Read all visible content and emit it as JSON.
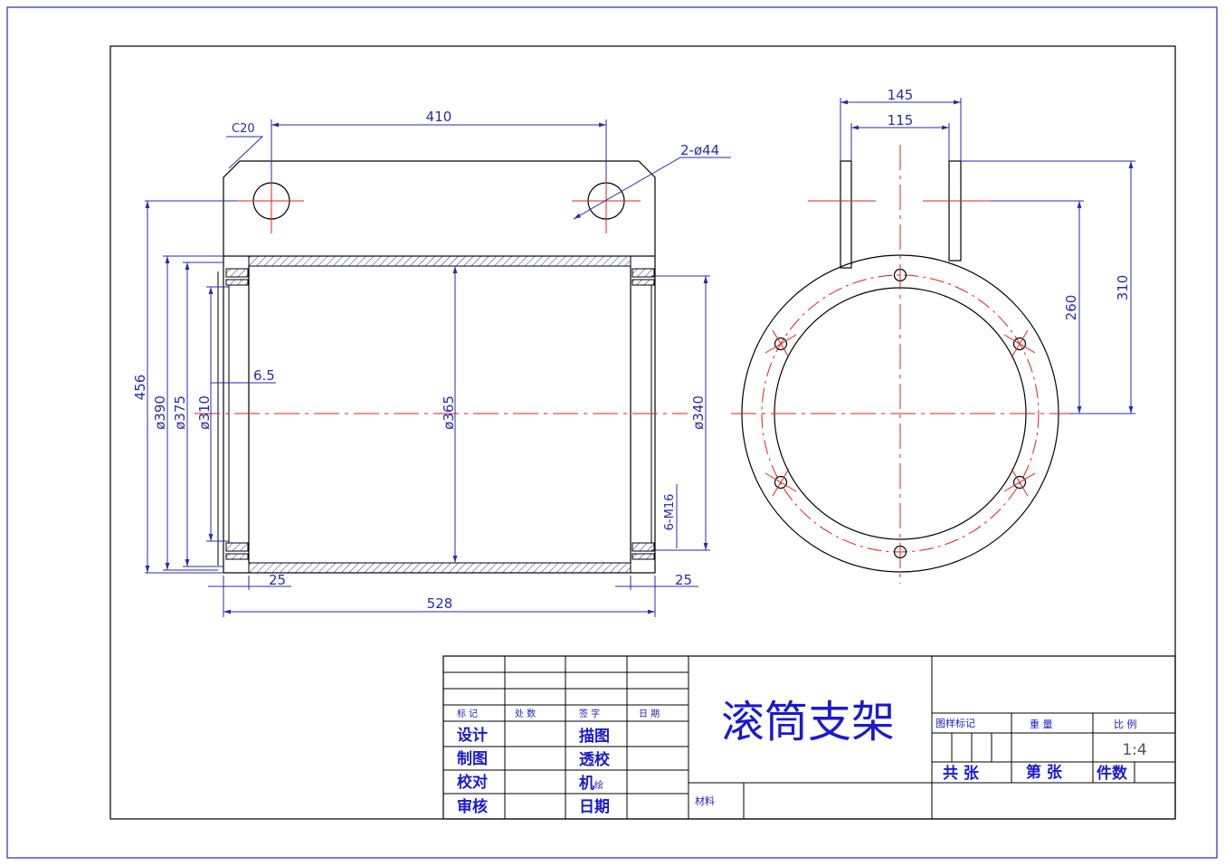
{
  "colors": {
    "outline": "#000000",
    "dimension": "#2a2ab0",
    "centerline": "#e02020",
    "titleblock_text": "#1a1ad0"
  },
  "front_view": {
    "chamfer": "C20",
    "hole_spacing": "410",
    "hole_callout": "2-ø44",
    "height_456": "456",
    "dia_390": "ø390",
    "dia_375": "ø375",
    "dia_310": "ø310",
    "thickness": "6.5",
    "dia_365": "ø365",
    "dia_340": "ø340",
    "thread": "6-M16",
    "flange_left": "25",
    "flange_right": "25",
    "length": "528"
  },
  "side_view": {
    "width_outer": "145",
    "width_inner": "115",
    "height_260": "260",
    "height_310": "310"
  },
  "title_block": {
    "title": "滚筒支架",
    "col_mark": "标 记",
    "col_count": "处 数",
    "col_sign": "签 字",
    "col_date": "日 期",
    "design": "设计",
    "drafting": "制图",
    "checking": "校对",
    "review": "审核",
    "tracing": "描图",
    "trace_check": "透校",
    "machine_main": "机",
    "machine_small": "绘",
    "date": "日期",
    "material": "材料",
    "stage_mark": "图样标记",
    "weight": "重 量",
    "scale_label": "比 例",
    "scale_value": "1:4",
    "total_sheets": "共 张",
    "sheet_no": "第 张",
    "piece_count": "件数"
  }
}
